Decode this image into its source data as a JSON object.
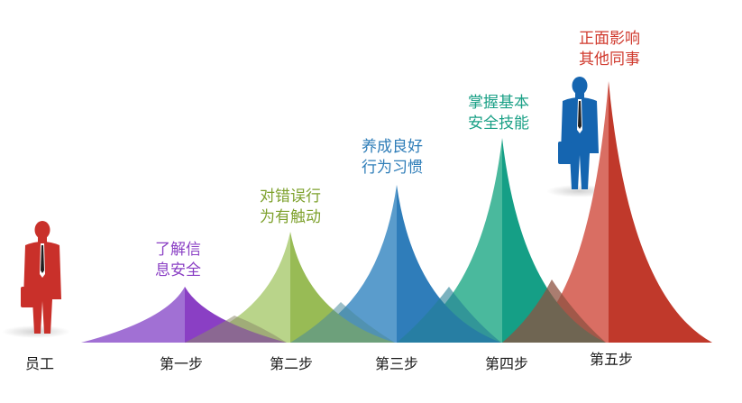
{
  "start_label": "员工",
  "steps": [
    {
      "label": "第一步",
      "caption": [
        "了解信",
        "息安全"
      ],
      "color": "#8a3fc4"
    },
    {
      "label": "第二步",
      "caption": [
        "对错误行",
        "为有触动"
      ],
      "color": "#7ea12d"
    },
    {
      "label": "第三步",
      "caption": [
        "养成良好",
        "行为习惯"
      ],
      "color": "#2e7db8"
    },
    {
      "label": "第四步",
      "caption": [
        "掌握基本",
        "安全技能"
      ],
      "color": "#1aa086"
    },
    {
      "label": "第五步",
      "caption": [
        "正面影响",
        "其他同事"
      ],
      "color": "#d03a2e"
    }
  ],
  "figures": [
    {
      "name": "red-businessman",
      "color": "#c9302a"
    },
    {
      "name": "blue-businessman",
      "color": "#1565b0"
    }
  ]
}
